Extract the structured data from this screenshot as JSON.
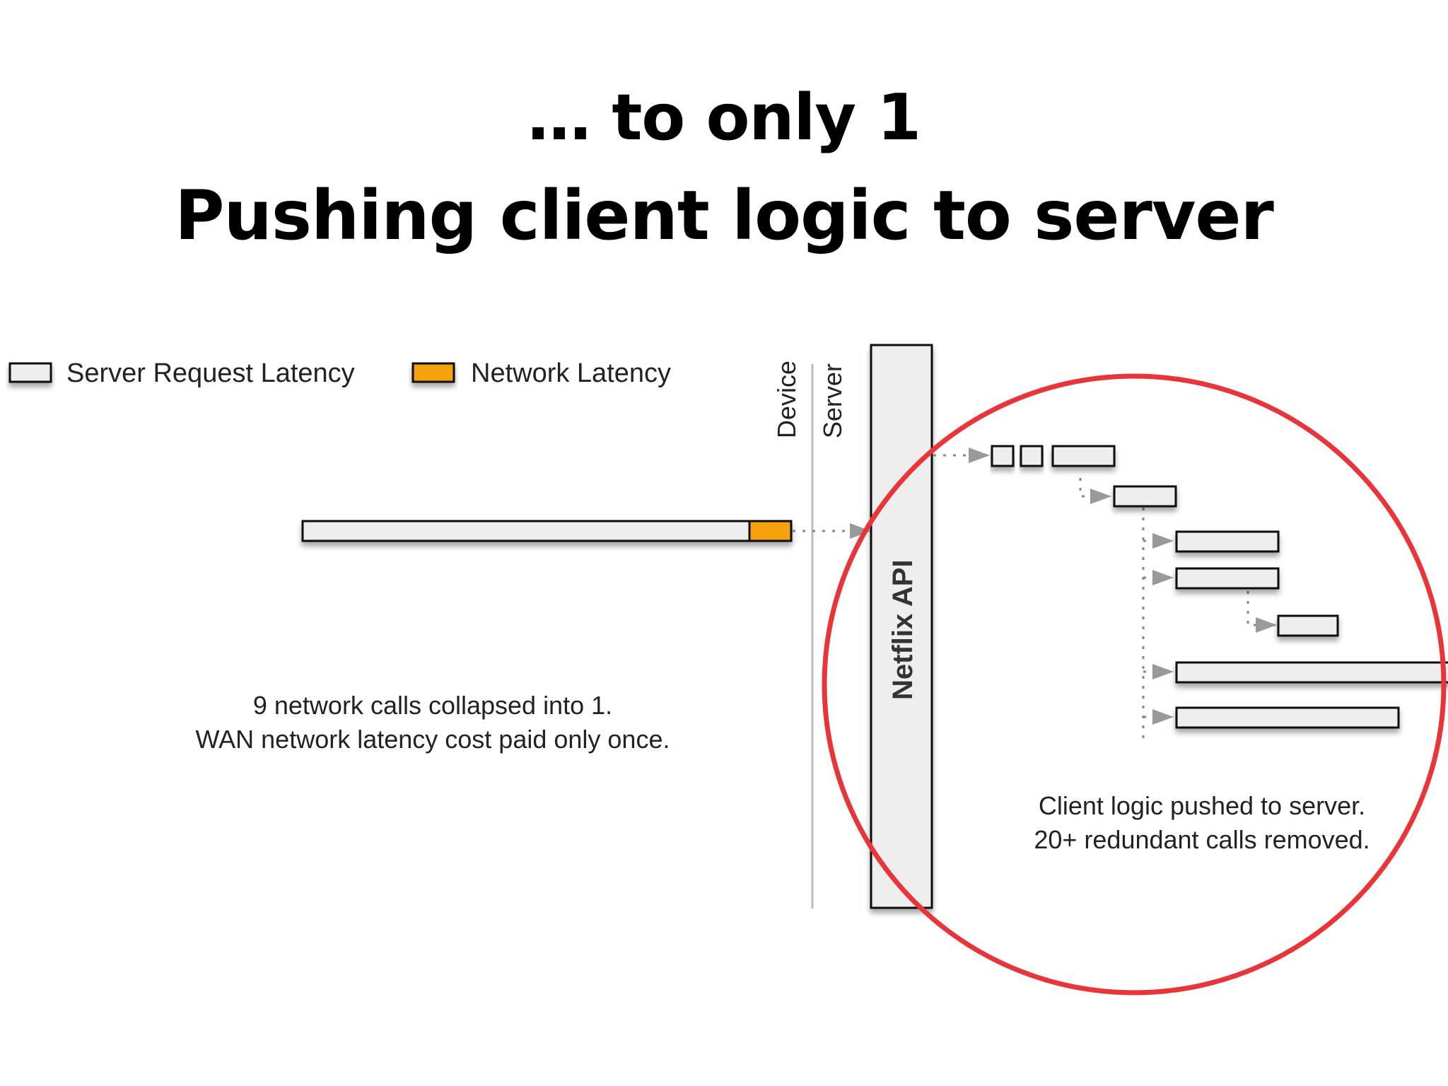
{
  "title": {
    "line1": "… to only 1",
    "line2": "Pushing client logic to server"
  },
  "legend": {
    "server_request_latency": "Server Request Latency",
    "network_latency": "Network Latency"
  },
  "lanes": {
    "device": "Device",
    "server": "Server"
  },
  "api_label": "Netflix API",
  "captions": {
    "left": [
      "9 network calls collapsed into 1.",
      "WAN network latency cost paid only once."
    ],
    "right": [
      "Client logic pushed to server.",
      "20+ redundant calls removed."
    ]
  },
  "colors": {
    "server_request": "#eeeeee",
    "network": "#f5a20a",
    "highlight_circle": "#e8353a",
    "connector": "#888888"
  }
}
